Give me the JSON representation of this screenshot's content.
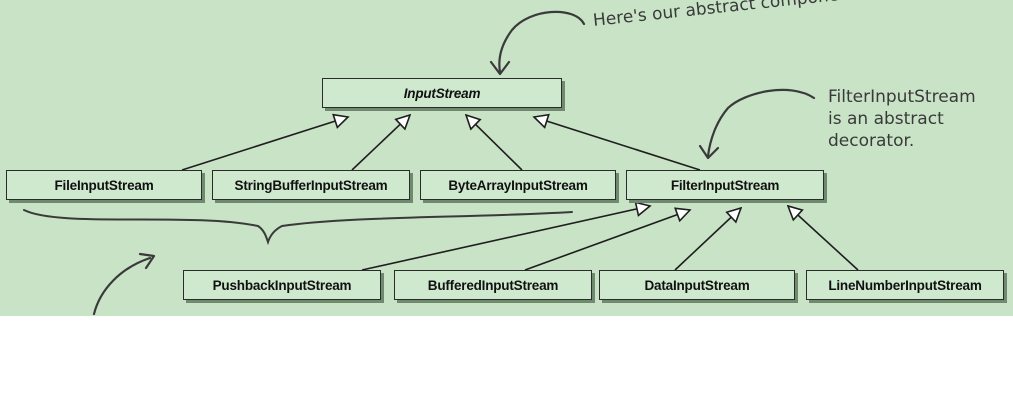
{
  "diagram": {
    "classes": {
      "input_stream": "InputStream",
      "file_input_stream": "FileInputStream",
      "string_buffer_input_stream": "StringBufferInputStream",
      "byte_array_input_stream": "ByteArrayInputStream",
      "filter_input_stream": "FilterInputStream",
      "pushback_input_stream": "PushbackInputStream",
      "buffered_input_stream": "BufferedInputStream",
      "data_input_stream": "DataInputStream",
      "line_number_input_stream": "LineNumberInputStream"
    },
    "annotations": {
      "abstract_component_note": "Here's our abstract component.",
      "abstract_decorator_note": [
        "FilterInputStream",
        "is an abstract",
        "decorator."
      ]
    },
    "colors": {
      "background": "#c8e3c6",
      "box_fill": "#cfe9cf",
      "line": "#1e1e1e",
      "handwriting": "#3a3a3a"
    }
  }
}
